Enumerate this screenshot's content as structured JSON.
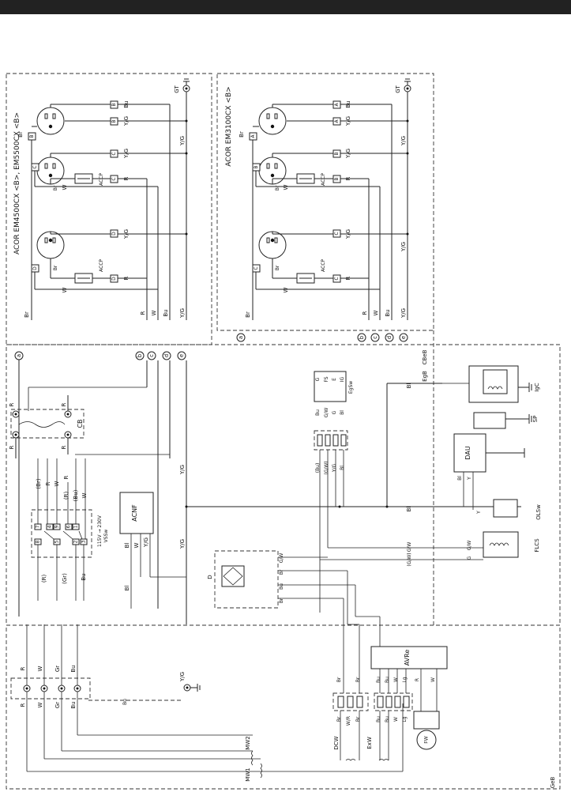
{
  "regions": {
    "em4500": "ACOR EM4500CX <B>, EM5500CX <B>",
    "em3100": "ACOR EM3100CX <B>",
    "cbeb": "CBeB",
    "egb": "EgB",
    "geb": "GeB"
  },
  "components": {
    "acnf": "ACNF",
    "cb": "CB",
    "vssw": "VSSw",
    "voltage": "115V → 230V",
    "egsw": "EgSw",
    "dau": "DAU",
    "olssw": "OLSw",
    "flcs": "FLCS",
    "igc": "IgC",
    "sp": "SP",
    "d": "D",
    "avre": "AVRe",
    "dcw": "DCW",
    "exw": "ExW",
    "mw1": "MW1",
    "mw2": "MW2",
    "fw": "FW",
    "gt": "GT",
    "accp": "ACCP"
  },
  "wires": {
    "br": "Br",
    "bu": "Bu",
    "yg": "Y/G",
    "r": "R",
    "w": "W",
    "gr": "Gr",
    "bl": "Bl",
    "g": "G",
    "gw": "G/W",
    "gw_paren": "(G/W)",
    "y": "Y",
    "lg": "Lg",
    "wr": "W/R",
    "fs": "FS",
    "e": "E",
    "ig": "IG",
    "r_paren": "(R)",
    "gr_paren": "(Gr)",
    "br_paren": "(Br)",
    "bu_paren": "(Bu)"
  },
  "connectors": {
    "a": "a",
    "b": "b",
    "c": "c",
    "d": "d",
    "e": "e",
    "A": "A",
    "B": "B",
    "C": "C",
    "D": "D"
  },
  "switch_terminals": [
    "7",
    "4",
    "9",
    "6",
    "1",
    "8",
    "5",
    "2",
    "3"
  ]
}
